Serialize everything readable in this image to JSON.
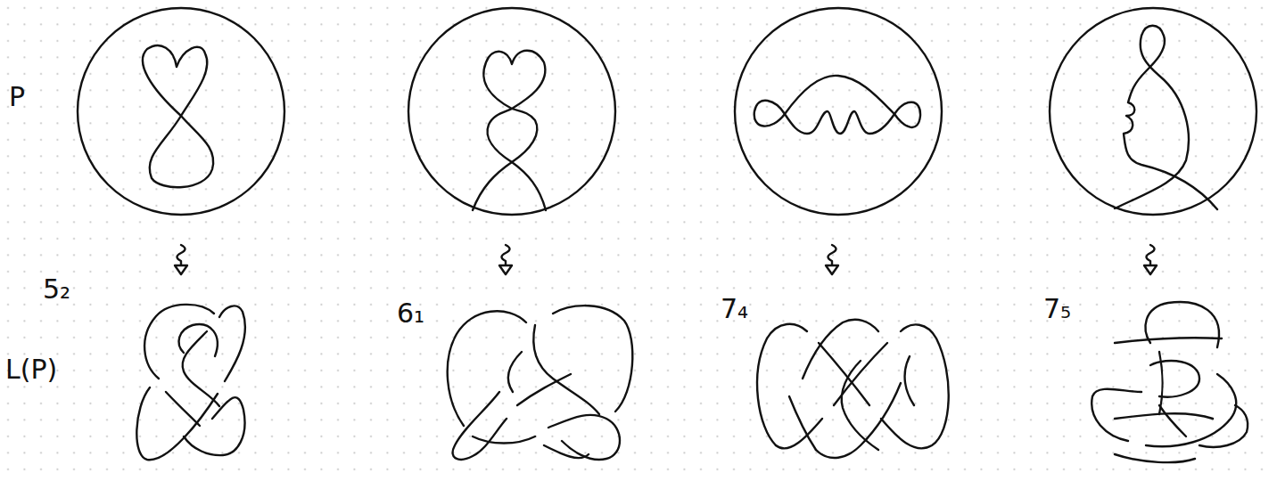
{
  "diagram": {
    "labels": [
      "P",
      "L(P)",
      "5₂",
      "6₁",
      "7₄",
      "7₅"
    ]
  }
}
